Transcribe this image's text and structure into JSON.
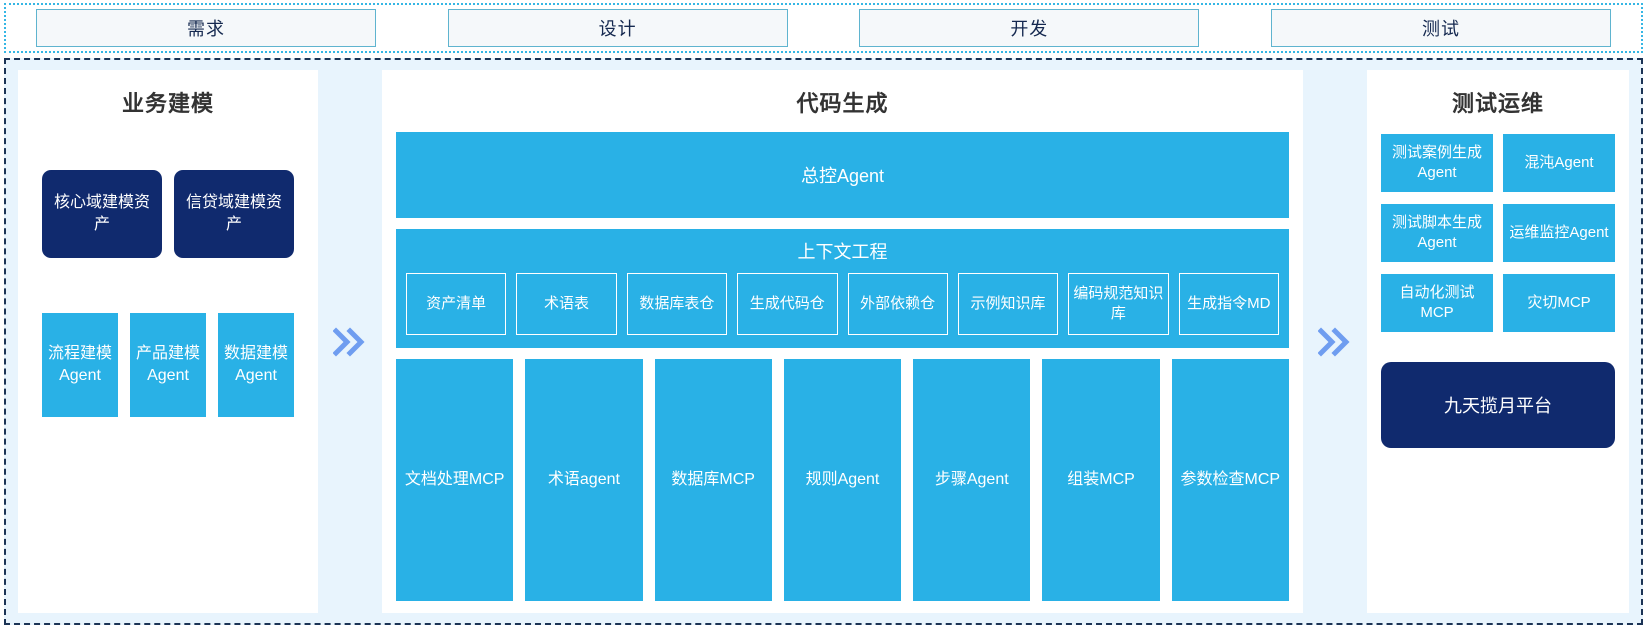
{
  "phases": [
    {
      "label": "需求"
    },
    {
      "label": "设计"
    },
    {
      "label": "开发"
    },
    {
      "label": "测试"
    }
  ],
  "arrows": {
    "left_arrow_icon": "double-chevron-right-icon",
    "right_arrow_icon": "double-chevron-right-icon"
  },
  "colors": {
    "accent_blue": "#29b1e6",
    "navy": "#102a6e",
    "frame_dashed": "#1b3355",
    "phase_border": "#5fb4cf",
    "panel_bg": "#e8f4fd",
    "arrow": "#6f9df0"
  },
  "panels": {
    "business_modeling": {
      "title": "业务建模",
      "assets": [
        {
          "label": "核心域建模资产"
        },
        {
          "label": "信贷域建模资产"
        }
      ],
      "agents": [
        {
          "label": "流程建模Agent"
        },
        {
          "label": "产品建模Agent"
        },
        {
          "label": "数据建模Agent"
        }
      ]
    },
    "code_generation": {
      "title": "代码生成",
      "master_agent": "总控Agent",
      "context_engineering": {
        "title": "上下文工程",
        "items": [
          {
            "label": "资产清单"
          },
          {
            "label": "术语表"
          },
          {
            "label": "数据库表仓"
          },
          {
            "label": "生成代码仓"
          },
          {
            "label": "外部依赖仓"
          },
          {
            "label": "示例知识库"
          },
          {
            "label": "编码规范知识库"
          },
          {
            "label": "生成指令MD"
          }
        ]
      },
      "tools": [
        {
          "label": "文档处理MCP"
        },
        {
          "label": "术语agent"
        },
        {
          "label": "数据库MCP"
        },
        {
          "label": "规则Agent"
        },
        {
          "label": "步骤Agent"
        },
        {
          "label": "组装MCP"
        },
        {
          "label": "参数检查MCP"
        }
      ]
    },
    "test_ops": {
      "title": "测试运维",
      "items": [
        {
          "label": "测试案例生成Agent"
        },
        {
          "label": "混沌Agent"
        },
        {
          "label": "测试脚本生成Agent"
        },
        {
          "label": "运维监控Agent"
        },
        {
          "label": "自动化测试MCP"
        },
        {
          "label": "灾切MCP"
        }
      ],
      "platform": "九天揽月平台"
    }
  }
}
